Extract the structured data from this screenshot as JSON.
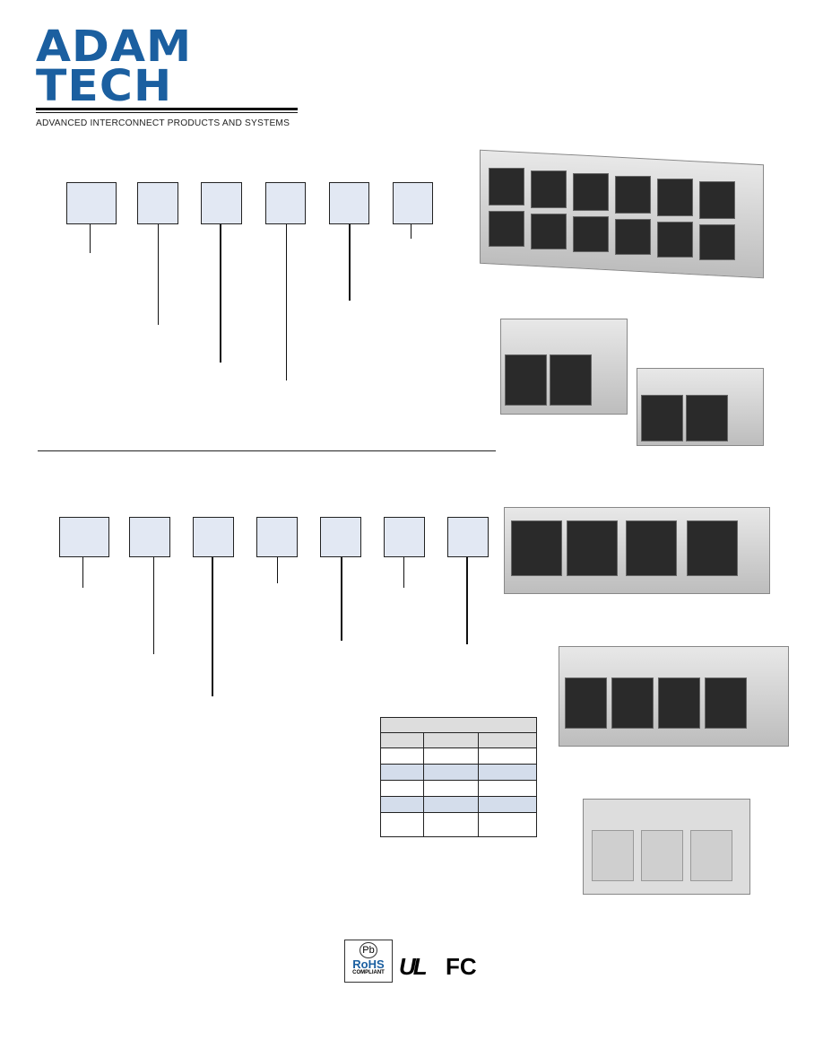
{
  "logo": {
    "name": "ADAM TECH",
    "tagline": "ADVANCED INTERCONNECT PRODUCTS AND SYSTEMS",
    "color": "#1b5fa0"
  },
  "certifications": {
    "rohs": "RoHS",
    "rohs_sub": "COMPLIANT",
    "rohs_pb": "Pb",
    "ul": "UL",
    "fcc": "FC"
  },
  "colors": {
    "box_fill": "#e2e8f3",
    "table_stripe": "#d4ddeb",
    "table_header": "#dddddd"
  }
}
